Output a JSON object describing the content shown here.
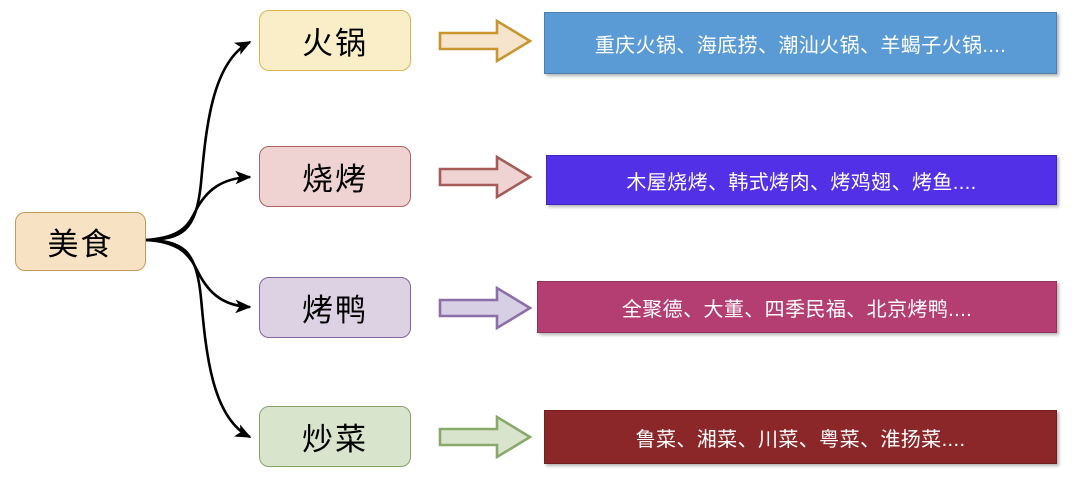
{
  "diagram": {
    "type": "mind-map",
    "root": {
      "label": "美食",
      "fill": "#f7e2c3",
      "border": "#c49a5a",
      "text_color": "#000000"
    },
    "branches": [
      {
        "node_label": "火锅",
        "node_fill": "#faeec8",
        "node_border": "#d9b451",
        "arrow_fill": "#f6e4cd",
        "arrow_border": "#c8952f",
        "banner_text": "重庆火锅、海底捞、潮汕火锅、羊蝎子火锅....",
        "banner_fill": "#5b9bd5",
        "banner_text_color": "#ffffff"
      },
      {
        "node_label": "烧烤",
        "node_fill": "#eed3d2",
        "node_border": "#b2625f",
        "arrow_fill": "#eed3d2",
        "arrow_border": "#a55b57",
        "banner_text": "木屋烧烤、韩式烤肉、烤鸡翅、烤鱼....",
        "banner_fill": "#5130e8",
        "banner_text_color": "#ffffff"
      },
      {
        "node_label": "烤鸭",
        "node_fill": "#dcd2e4",
        "node_border": "#8066a0",
        "arrow_fill": "#d7cfe3",
        "arrow_border": "#8b6fa8",
        "banner_text": "全聚德、大董、四季民福、北京烤鸭....",
        "banner_fill": "#b43d72",
        "banner_text_color": "#ffffff"
      },
      {
        "node_label": "炒菜",
        "node_fill": "#d9e4cd",
        "node_border": "#86a46a",
        "arrow_fill": "#d9e4cd",
        "arrow_border": "#87a96a",
        "banner_text": "鲁菜、湘菜、川菜、粤菜、淮扬菜....",
        "banner_fill": "#8b2629",
        "banner_text_color": "#ffffff"
      }
    ],
    "connector_color": "#000000"
  }
}
